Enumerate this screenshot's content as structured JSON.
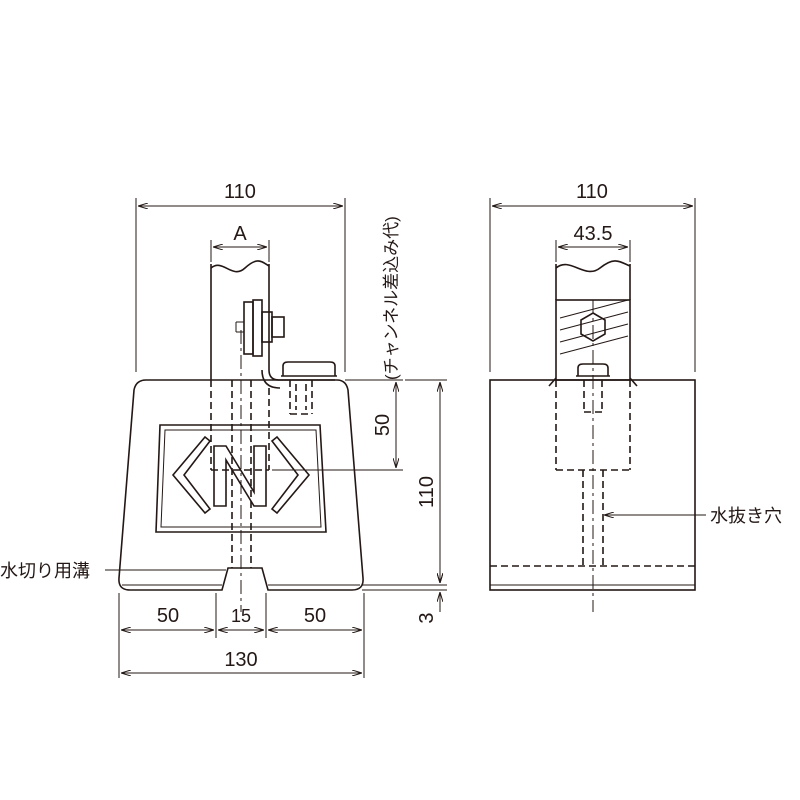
{
  "colors": {
    "ink": "#231815",
    "block_fill": "#ffffff",
    "background": "#ffffff"
  },
  "front_view": {
    "width_top": "110",
    "channel_width": "A",
    "channel_insert": "(チャンネル差込み代)",
    "insert_depth": "50",
    "height": "110",
    "base_gap": "3",
    "left_foot": "50",
    "groove_width": "15",
    "right_foot": "50",
    "overall_width": "130",
    "groove_label": "水切り用溝"
  },
  "side_view": {
    "width_top": "110",
    "channel_width": "43.5",
    "drain_hole_label": "水抜き穴"
  }
}
